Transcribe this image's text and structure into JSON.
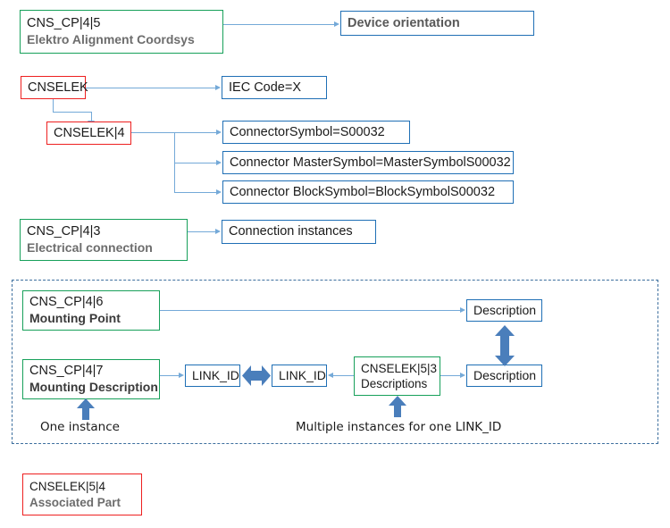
{
  "diagram": {
    "colors": {
      "green_border": "#17a05a",
      "red_border": "#ee2020",
      "blue_border": "#1f6fb5",
      "connector_blue": "#74a9d8",
      "block_arrow_blue": "#4a7ebb",
      "dashed_region": "#3d6f9e",
      "label_grey": "#6d6d6d"
    },
    "nodes": {
      "alignment_coordsys": {
        "id": "CNS_CP|4|5",
        "label": "Elektro Alignment Coordsys"
      },
      "device_orientation": {
        "label": "Device orientation"
      },
      "cnselek": {
        "id": "CNSELEK"
      },
      "iec_code": {
        "label": "IEC Code=X"
      },
      "cnselek_4": {
        "id": "CNSELEK|4"
      },
      "connector_symbol": {
        "label": "ConnectorSymbol=S00032"
      },
      "connector_master_symbol": {
        "label": "Connector MasterSymbol=MasterSymbolS00032"
      },
      "connector_block_symbol": {
        "label": "Connector BlockSymbol=BlockSymbolS00032"
      },
      "electrical_connection": {
        "id": "CNS_CP|4|3",
        "label": "Electrical connection"
      },
      "connection_instances": {
        "label": "Connection instances"
      },
      "mounting_point": {
        "id": "CNS_CP|4|6",
        "label": "Mounting Point"
      },
      "mounting_description": {
        "id": "CNS_CP|4|7",
        "label": "Mounting Description"
      },
      "link_id_left": {
        "label": "LINK_ID"
      },
      "link_id_right": {
        "label": "LINK_ID"
      },
      "descriptions": {
        "id": "CNSELEK|5|3",
        "label": "Descriptions"
      },
      "description_top": {
        "label": "Description"
      },
      "description_bottom": {
        "label": "Description"
      },
      "associated_part": {
        "id": "CNSELEK|5|4",
        "label": "Associated Part"
      }
    },
    "captions": {
      "one_instance": "One instance",
      "multiple_instances": "Multiple instances for one LINK_ID"
    }
  }
}
